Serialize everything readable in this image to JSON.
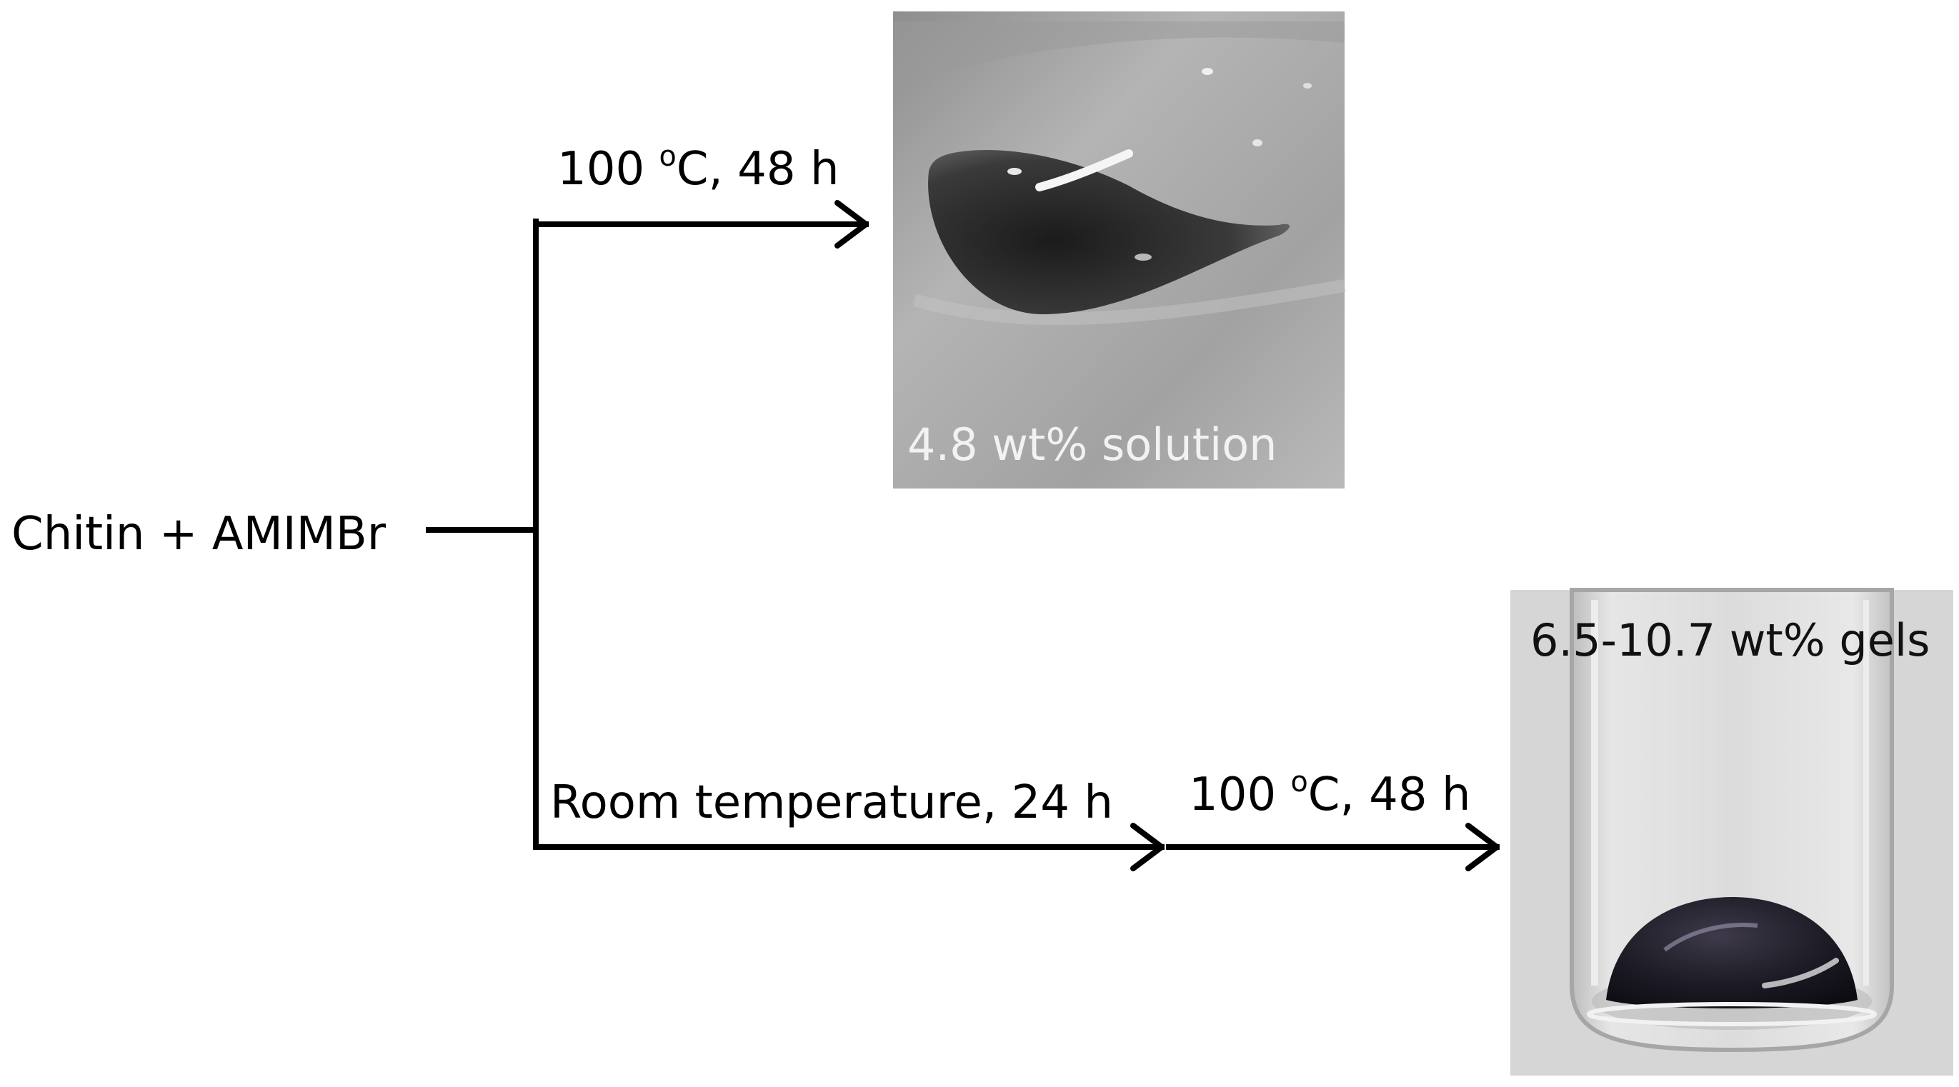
{
  "start": {
    "label": "Chitin + AMIMBr"
  },
  "top_path": {
    "condition_value": "100 ",
    "condition_sup": "o",
    "condition_tail": "C, 48 h",
    "result_caption": "4.8 wt% solution"
  },
  "bottom_path": {
    "step1": "Room temperature, 24 h",
    "step2_value": "100 ",
    "step2_sup": "o",
    "step2_tail": "C, 48 h",
    "result_caption": "6.5-10.7 wt% gels"
  },
  "colors": {
    "line": "#000000",
    "photo_top_bg": "#a9a9a9",
    "photo_bottom_bg": "#d4d4d4",
    "caption_light": "#f2f2f2",
    "caption_dark": "#111111"
  }
}
